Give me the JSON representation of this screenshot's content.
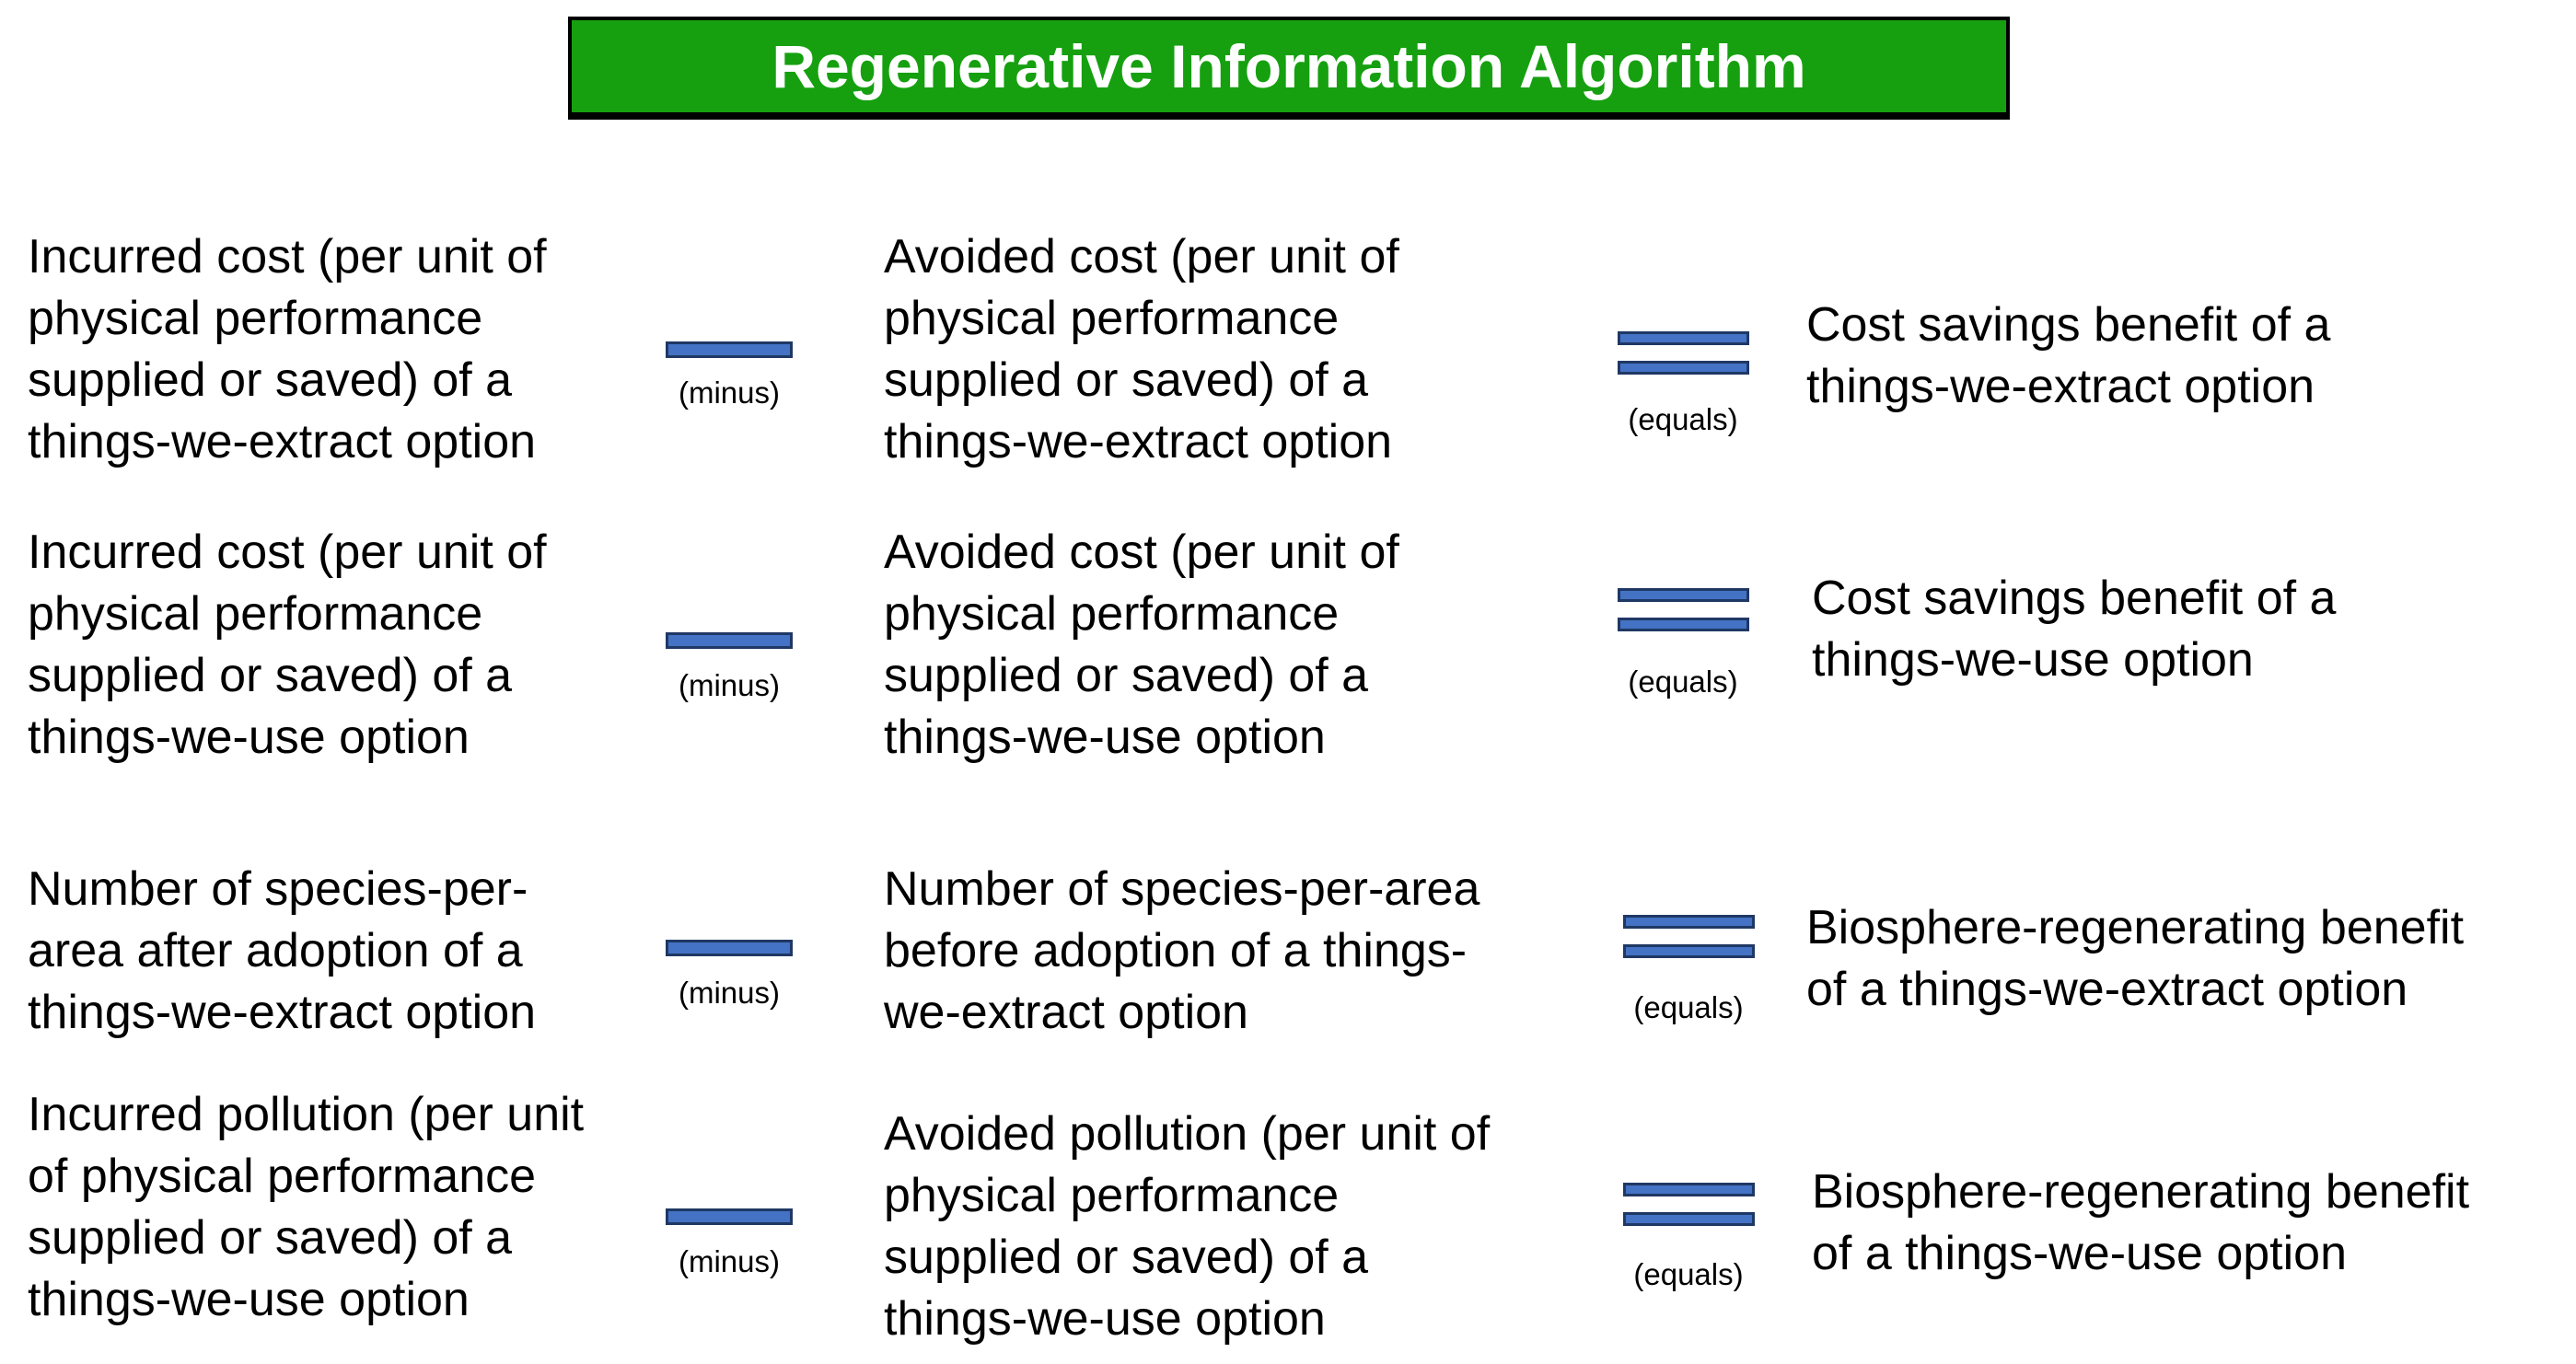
{
  "title": "Regenerative Information Algorithm",
  "colors": {
    "title_bg": "#16A010",
    "title_text": "#FFFFFF",
    "bar_fill": "#4472C4",
    "bar_border": "#1F3864",
    "body_text": "#000000"
  },
  "rows": [
    {
      "left": "Incurred cost (per unit of\nphysical performance\nsupplied or saved) of a\nthings-we-extract option",
      "operator1": "(minus)",
      "middle": "Avoided cost (per unit of\nphysical performance\nsupplied or saved) of a\nthings-we-extract option",
      "operator2": "(equals)",
      "right": "Cost savings benefit of a\nthings-we-extract option"
    },
    {
      "left": "Incurred cost (per unit of\nphysical performance\nsupplied or saved) of a\nthings-we-use option",
      "operator1": "(minus)",
      "middle": "Avoided cost (per unit of\nphysical performance\nsupplied or saved) of a\nthings-we-use option",
      "operator2": "(equals)",
      "right": "Cost savings benefit of a\nthings-we-use option"
    },
    {
      "left": "Number of species-per-\narea after adoption of a\nthings-we-extract option",
      "operator1": "(minus)",
      "middle": "Number of species-per-area\nbefore adoption of a things-\nwe-extract option",
      "operator2": "(equals)",
      "right": "Biosphere-regenerating benefit\nof a things-we-extract option"
    },
    {
      "left": "Incurred pollution (per unit\nof physical performance\nsupplied or saved) of a\nthings-we-use option",
      "operator1": "(minus)",
      "middle": "Avoided pollution (per unit of\nphysical performance\nsupplied or saved) of a\nthings-we-use option",
      "operator2": "(equals)",
      "right": "Biosphere-regenerating benefit\nof a things-we-use option"
    }
  ]
}
